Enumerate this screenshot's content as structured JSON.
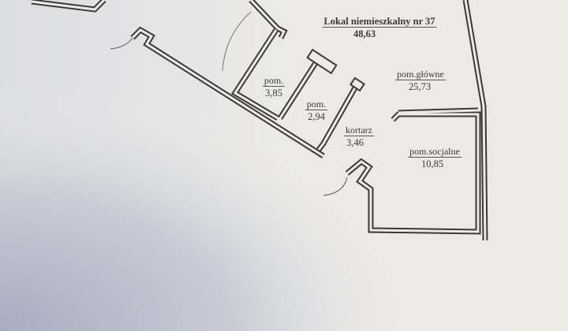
{
  "plan": {
    "title": "Lokal niemieszkalny nr 37",
    "total_area": "48,63",
    "rooms": [
      {
        "name": "pom.",
        "area": "3,85"
      },
      {
        "name": "pom.",
        "area": "2,94"
      },
      {
        "name": "kortarz",
        "area": "3,46"
      },
      {
        "name": "pom.główne",
        "area": "25,73"
      },
      {
        "name": "pom.socjalne",
        "area": "10,85"
      }
    ]
  },
  "colors": {
    "wall": "#3a3a3a",
    "paper": "#ecebe8",
    "shadow": "#9aa3b8"
  }
}
